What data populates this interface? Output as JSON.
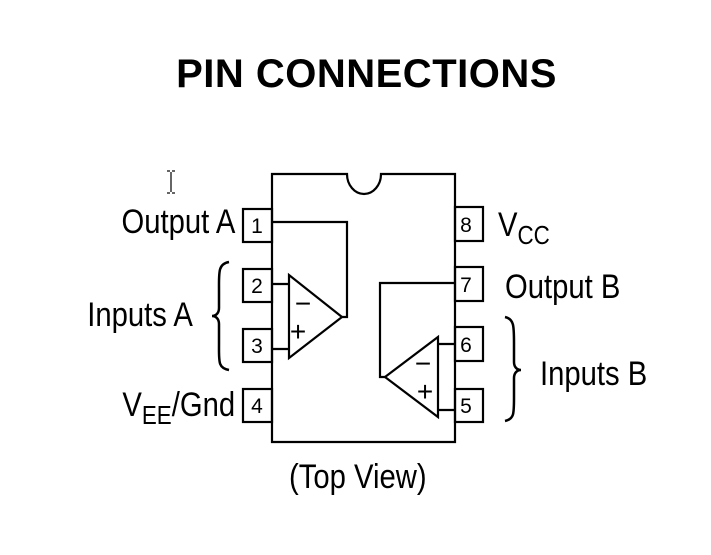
{
  "title": "PIN CONNECTIONS",
  "caption": "(Top View)",
  "pins": [
    {
      "number": "1",
      "label": "Output A"
    },
    {
      "number": "2",
      "label": "Inputs A"
    },
    {
      "number": "3",
      "label": "Inputs A"
    },
    {
      "number": "4",
      "label": "VEE/Gnd"
    },
    {
      "number": "5",
      "label": "Inputs B"
    },
    {
      "number": "6",
      "label": "Inputs B"
    },
    {
      "number": "7",
      "label": "Output B"
    },
    {
      "number": "8",
      "label": "VCC"
    }
  ],
  "labels": {
    "output_a": "Output A",
    "inputs_a": "Inputs A",
    "vee_main": "V",
    "vee_sub": "EE",
    "vee_rest": "/Gnd",
    "vcc_main": "V",
    "vcc_sub": "CC",
    "output_b": "Output B",
    "inputs_b": "Inputs B"
  },
  "opamp_symbols": {
    "minus": "−",
    "plus": "+"
  },
  "colors": {
    "line": "#000000",
    "background": "#ffffff"
  }
}
